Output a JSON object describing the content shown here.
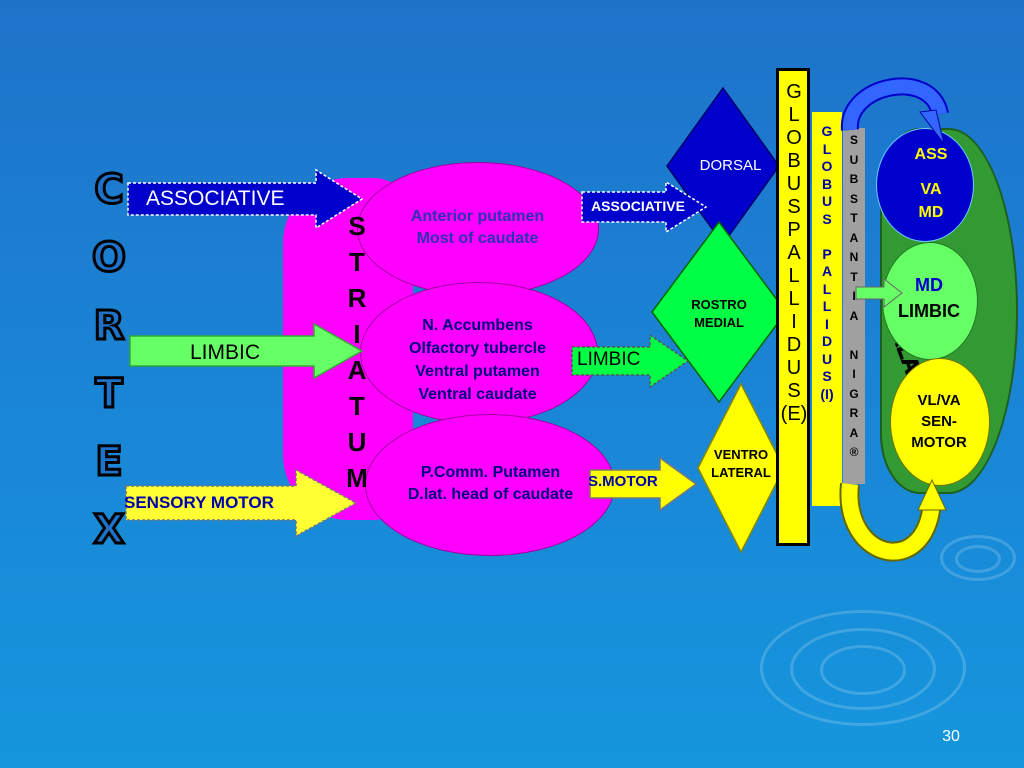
{
  "cortex_label": [
    "C",
    "O",
    "R",
    "T",
    "E",
    "X"
  ],
  "striatum_label": [
    "S",
    "T",
    "R",
    "I",
    "A",
    "T",
    "U",
    "M"
  ],
  "thalamus_label": "THALAMUS",
  "globus_pallidus_e": [
    "G",
    "L",
    "O",
    "B",
    "U",
    "S",
    "P",
    "A",
    "L",
    "L",
    "I",
    "D",
    "U",
    "S",
    "(E)"
  ],
  "globus_pallidus_i": [
    "G",
    "L",
    "O",
    "B",
    "U",
    "S",
    "",
    "P",
    "A",
    "L",
    "L",
    "I",
    "D",
    "U",
    "S",
    "(I)"
  ],
  "substantia_nigra": [
    "S",
    "U",
    "B",
    "S",
    "T",
    "A",
    "N",
    "T",
    "I",
    "A",
    "",
    "N",
    "I",
    "G",
    "R",
    "A",
    "®"
  ],
  "inputs": {
    "associative": "ASSOCIATIVE",
    "limbic": "LIMBIC",
    "sensory_motor": "SENSORY MOTOR"
  },
  "striatum_parts": {
    "associative": [
      "Anterior putamen",
      "Most of caudate"
    ],
    "limbic": [
      "N. Accumbens",
      "Olfactory tubercle",
      "Ventral putamen",
      "Ventral caudate"
    ],
    "motor": [
      "P.Comm. Putamen",
      "D.lat. head of caudate"
    ]
  },
  "outputs": {
    "associative": "ASSOCIATIVE",
    "limbic": "LIMBIC",
    "motor": "S.MOTOR"
  },
  "pallidal_regions": {
    "dorsal": "DORSAL",
    "rostro_medial": [
      "ROSTRO",
      "MEDIAL"
    ],
    "ventro_lateral": [
      "VENTRO",
      "LATERAL"
    ]
  },
  "thalamus_nuclei": {
    "ass": [
      "ASS",
      "VA",
      "MD"
    ],
    "limbic": [
      "MD",
      "LIMBIC"
    ],
    "motor": [
      "VL/VA",
      "SEN-",
      "MOTOR"
    ]
  },
  "slide_number": "30",
  "colors": {
    "magenta": "#ff00ff",
    "yellow": "#ffff00",
    "green": "#00ff00",
    "blue": "#0000cc",
    "light_green": "#66ff66",
    "thalamus_green": "#339933"
  }
}
